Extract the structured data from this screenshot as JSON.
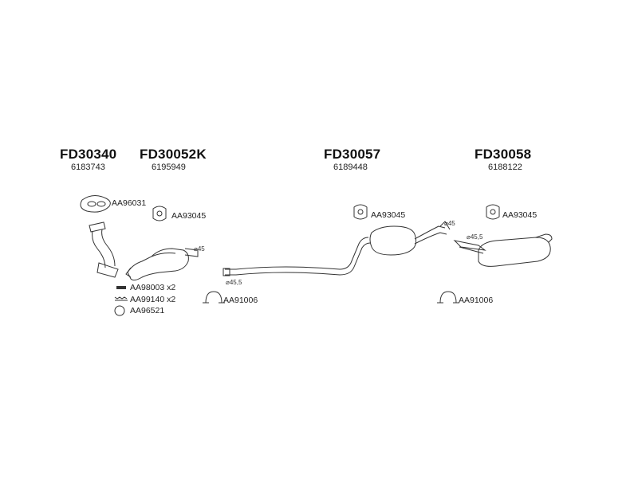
{
  "groups": [
    {
      "code": "FD30340",
      "number": "6183743"
    },
    {
      "code": "FD30052K",
      "number": "6195949"
    },
    {
      "code": "FD30057",
      "number": "6189448"
    },
    {
      "code": "FD30058",
      "number": "6188122"
    }
  ],
  "parts": {
    "gasket_top": "AA96031",
    "rubber_mount_1": "AA93045",
    "rubber_mount_2": "AA93045",
    "rubber_mount_3": "AA93045",
    "bolt": "AA98003",
    "bolt_qty": "x2",
    "spring": "AA99140",
    "spring_qty": "x2",
    "ring": "AA96521",
    "clamp_1": "AA91006",
    "clamp_2": "AA91006"
  },
  "dimensions": {
    "cat_outlet": "⌀45",
    "tail_pipe_inlet": "⌀45,5",
    "mid_outlet": "⌀45",
    "rear_inlet": "⌀45,5"
  }
}
